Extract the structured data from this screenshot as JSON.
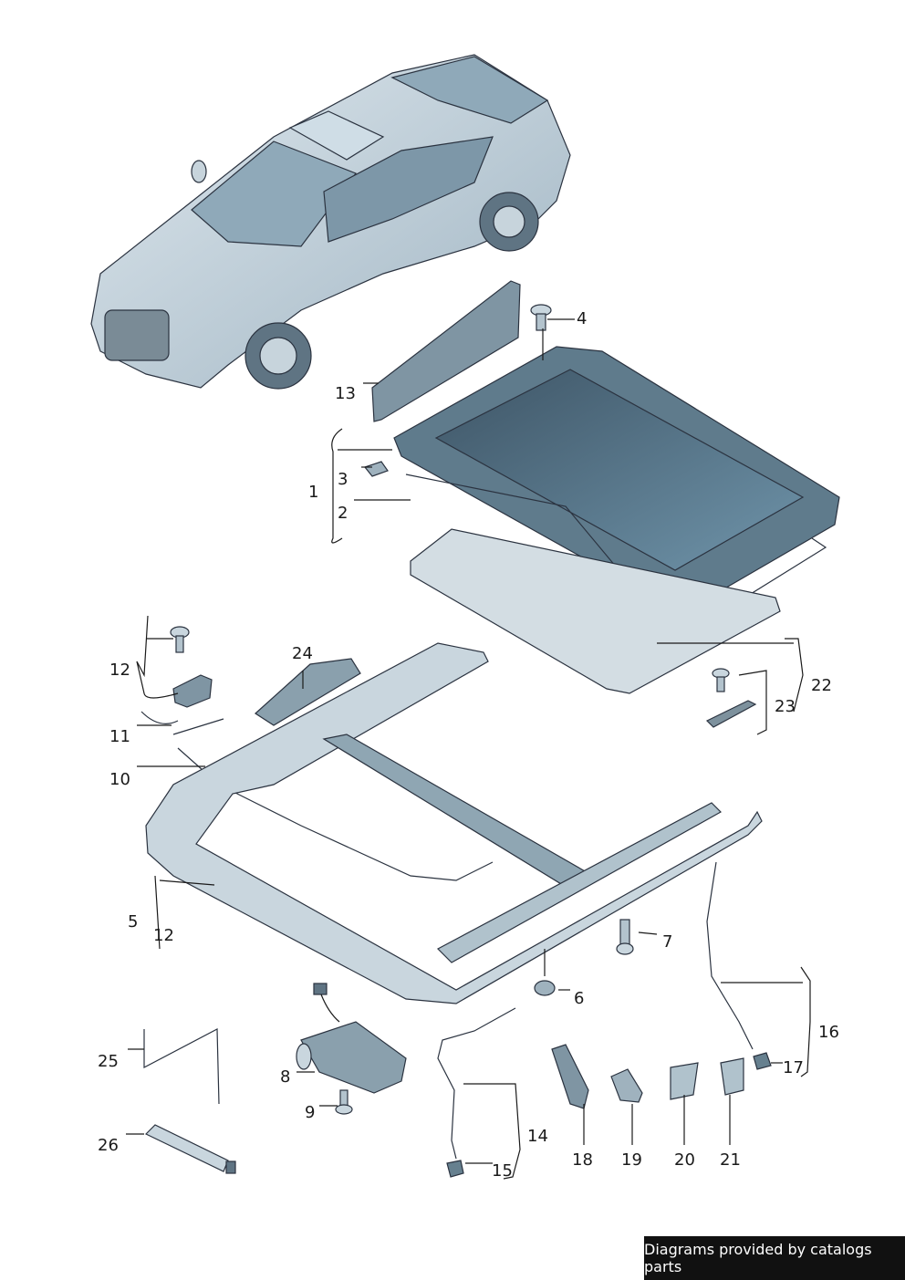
{
  "diagram": {
    "callouts": [
      "1",
      "2",
      "3",
      "4",
      "5",
      "6",
      "7",
      "8",
      "9",
      "10",
      "11",
      "12",
      "12",
      "13",
      "14",
      "15",
      "16",
      "17",
      "18",
      "19",
      "20",
      "21",
      "22",
      "23",
      "24",
      "25",
      "26"
    ]
  },
  "footer": {
    "text": "Diagrams provided by catalogs parts"
  }
}
